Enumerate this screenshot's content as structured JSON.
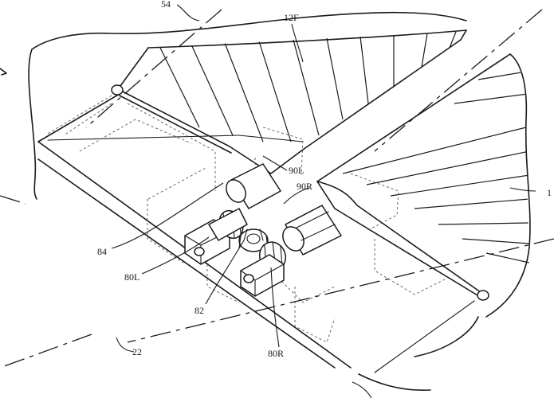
{
  "figure": {
    "labels": {
      "l54": "54",
      "l12f": "12F",
      "l90l": "90L",
      "l90r": "90R",
      "l1": "1",
      "l84": "84",
      "l80l": "80L",
      "l82": "82",
      "l80r": "80R",
      "l22": "22"
    }
  }
}
